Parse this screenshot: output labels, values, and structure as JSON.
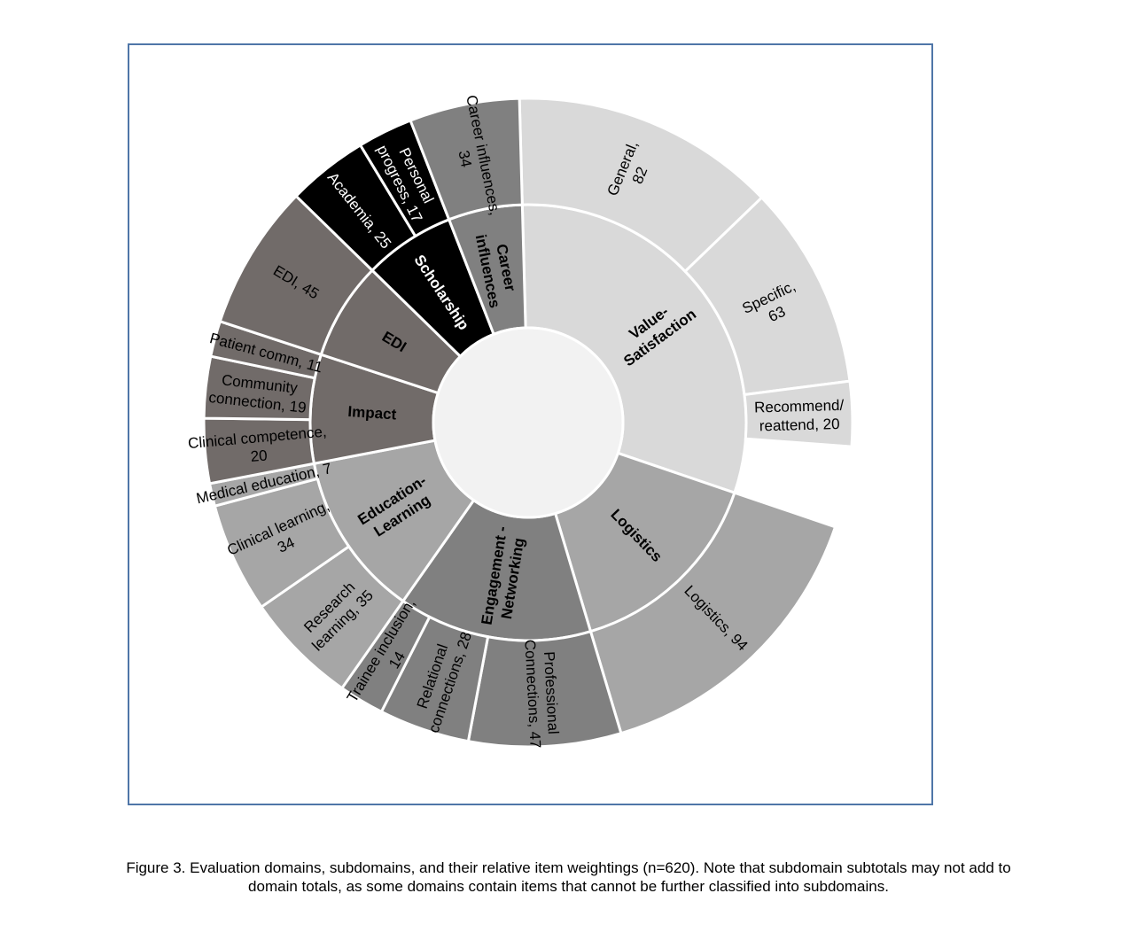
{
  "chart_data": {
    "type": "sunburst",
    "total": 620,
    "domains": [
      {
        "name": "Value-\nSatisfaction",
        "value": 190,
        "color": "#d9d9d9",
        "subdomains": [
          {
            "name": "General,\n82",
            "value": 82
          },
          {
            "name": "Specific,\n63",
            "value": 63
          },
          {
            "name": "Recommend/\nreattend, 20",
            "value": 20
          }
        ]
      },
      {
        "name": "Logistics",
        "value": 94,
        "color": "#a6a6a6",
        "subdomains": [
          {
            "name": "Logistics, 94",
            "value": 94
          }
        ]
      },
      {
        "name": "Engagement -\nNetworking",
        "value": 89,
        "color": "#808080",
        "subdomains": [
          {
            "name": "Professional\nConnections, 47",
            "value": 47
          },
          {
            "name": "Relational\nconnections, 28",
            "value": 28
          },
          {
            "name": "Trainee inclusion,\n14",
            "value": 14
          }
        ]
      },
      {
        "name": "Education-\nLearning",
        "value": 76,
        "color": "#a6a6a6",
        "subdomains": [
          {
            "name": "Research\nlearning, 35",
            "value": 35
          },
          {
            "name": "Clinical learning,\n34",
            "value": 34
          },
          {
            "name": "Medical education, 7",
            "value": 7
          }
        ]
      },
      {
        "name": "Impact",
        "value": 50,
        "color": "#716b69",
        "subdomains": [
          {
            "name": "Clinical competence,\n20",
            "value": 20
          },
          {
            "name": "Community\nconnection, 19",
            "value": 19
          },
          {
            "name": "Patient comm, 11",
            "value": 11
          }
        ]
      },
      {
        "name": "EDI",
        "value": 45,
        "color": "#716b69",
        "subdomains": [
          {
            "name": "EDI, 45",
            "value": 45
          }
        ]
      },
      {
        "name": "Scholarship",
        "value": 42,
        "color": "#000000",
        "subdomains": [
          {
            "name": "Academia, 25",
            "value": 25
          },
          {
            "name": "Personal\nprogress, 17",
            "value": 17
          }
        ]
      },
      {
        "name": "Career\ninfluences",
        "value": 34,
        "color": "#808080",
        "subdomains": [
          {
            "name": "Career influences,\n34",
            "value": 34
          }
        ]
      }
    ]
  },
  "caption": {
    "line1": "Figure 3. Evaluation domains, subdomains, and their relative item weightings (n=620). Note that subdomain subtotals may not add to",
    "line2": "domain totals, as some domains contain items that cannot be further classified into subdomains."
  }
}
